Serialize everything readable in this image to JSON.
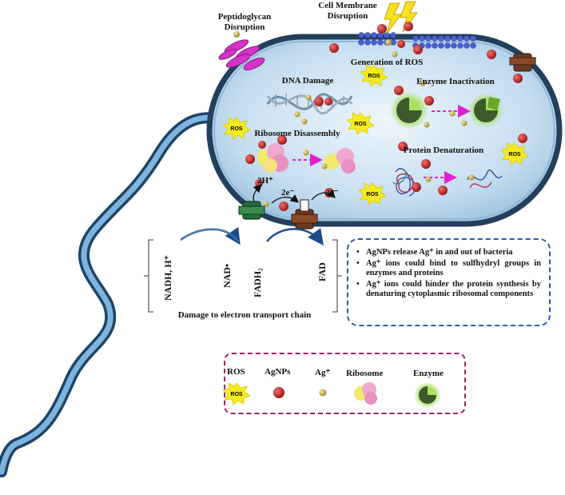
{
  "labels": {
    "peptidoglycan": "Peptidoglycan\nDisruption",
    "membrane": "Cell Membrane\nDisruption",
    "ros_gen": "Generation of ROS",
    "dna": "DNA Damage",
    "enzyme": "Enzyme Inactivation",
    "ribosome": "Ribosome Disassembly",
    "protein": "Protein Denaturation",
    "etc": "Damage to electron transport chain"
  },
  "etc": {
    "h_plus": "2H⁺",
    "e1": "2e⁻",
    "e2": "2e⁻",
    "nadh": "NADH, H⁺",
    "nad": "NAD•",
    "fadh2": "FADH₂",
    "fad": "FAD"
  },
  "ros_badge": "ROS",
  "info": {
    "items": [
      "AgNPs release Ag⁺ in and out of bacteria",
      "Ag⁺ ions could bind to sulfhydryl groups in enzymes and proteins",
      "Ag⁺ ions could hinder the protein synthesis by denaturing cytoplasmic ribosomal components"
    ]
  },
  "legend": {
    "ros": "ROS",
    "agnps": "AgNPs",
    "ag_ion": "Ag⁺",
    "ribosome": "Ribosome",
    "enzyme": "Enzyme"
  },
  "colors": {
    "cell_fill": "#cfe4f2",
    "cell_edge": "#2b4a6b",
    "agnp": "#c8302e",
    "ag_ion": "#c9b54a",
    "ros": "#f6ec1c",
    "ribosome": "#e8a0c8",
    "enzyme": "#3c5a2c",
    "arrow_magenta": "#e020d0",
    "info_border": "#2a5ca8",
    "legend_border": "#a0226a"
  }
}
